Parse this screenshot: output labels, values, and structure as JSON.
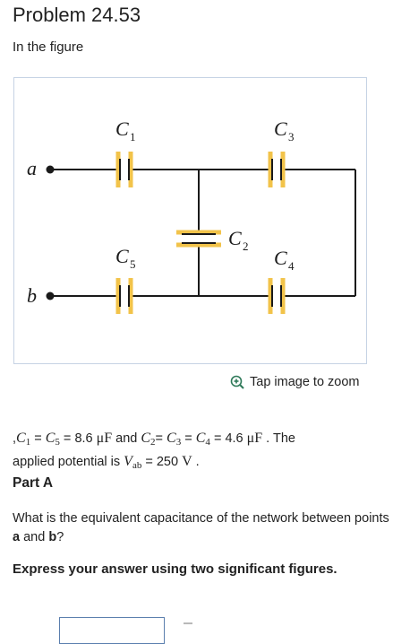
{
  "problem": {
    "title": "Problem 24.53",
    "intro": "In the figure"
  },
  "figure": {
    "labels": {
      "a": "a",
      "b": "b",
      "c1": "C",
      "c1_sub": "1",
      "c2": "C",
      "c2_sub": "2",
      "c3": "C",
      "c3_sub": "3",
      "c4": "C",
      "c4_sub": "4",
      "c5": "C",
      "c5_sub": "5"
    },
    "zoom_label": "Tap image to zoom"
  },
  "given": {
    "lead": ",",
    "C1": "C",
    "C1_sub": "1",
    "eq1": " = ",
    "C5": "C",
    "C5_sub": "5",
    "eq2": " = ",
    "val1": "8.6",
    "mu1": "μF",
    "and": " and ",
    "C2": "C",
    "C2_sub": "2",
    "eq3": "= ",
    "C3": "C",
    "C3_sub": "3",
    "eq4": " = ",
    "C4": "C",
    "C4_sub": "4",
    "eq5": " = ",
    "val2": "4.6",
    "mu2": "μF",
    "the": " . The",
    "applied": "applied potential is ",
    "V": "V",
    "V_sub": "ab",
    "eq6": " = ",
    "volts": "250",
    "unit_V": "V",
    "end": " ."
  },
  "part": {
    "label": "Part A"
  },
  "question": {
    "pre": "What is the equivalent capacitance of the network between points ",
    "a": "a",
    "mid": " and ",
    "b": "b",
    "post": "?"
  },
  "instruction": "Express your answer using two significant figures.",
  "colors": {
    "capacitor": "#f2c34a",
    "wire": "#1a1a1a",
    "border": "#c6d3e4",
    "input_border": "#5b7fae"
  }
}
